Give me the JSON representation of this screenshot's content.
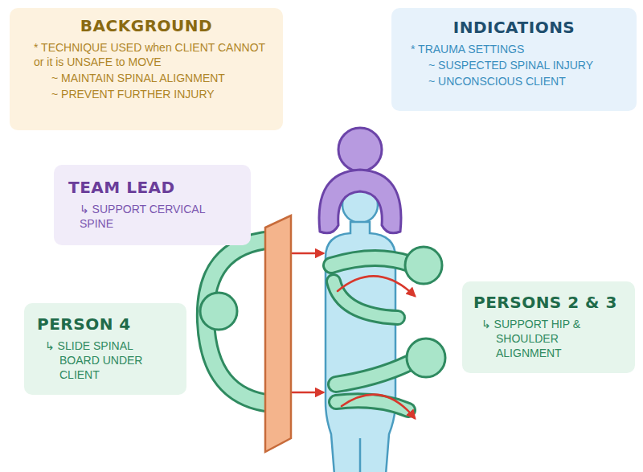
{
  "diagram": {
    "nodes": [
      {
        "text": [
          "BACKGROUND",
          "* TECHNIQUE USED when CLIENT CANNOT or it is UNSAFE to MOVE",
          "~ MAINTAIN SPINAL ALIGNMENT",
          "~ PREVENT FURTHER INJURY"
        ]
      },
      {
        "text": [
          "INDICATIONS",
          "* TRAUMA SETTINGS",
          "~ SUSPECTED SPINAL INJURY",
          "~ UNCONSCIOUS CLIENT"
        ]
      },
      {
        "text": [
          "TEAM LEAD",
          "↳ SUPPORT CERVICAL SPINE"
        ]
      },
      {
        "text": [
          "PERSONS 2 & 3",
          "↳ SUPPORT HIP & SHOULDER ALIGNMENT"
        ]
      },
      {
        "text": [
          "PERSON 4",
          "↳ SLIDE SPINAL BOARD UNDER CLIENT"
        ]
      }
    ]
  }
}
